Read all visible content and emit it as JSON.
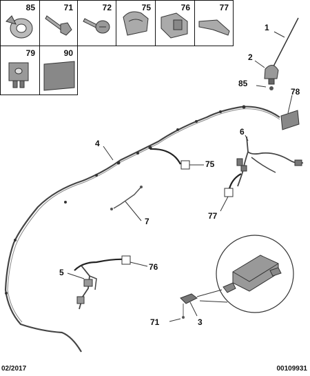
{
  "thumbnails": [
    {
      "ref": "85",
      "icon": "nut-clip-icon"
    },
    {
      "ref": "71",
      "icon": "bolt-icon"
    },
    {
      "ref": "72",
      "icon": "screw-icon"
    },
    {
      "ref": "75",
      "icon": "cable-clip-icon"
    },
    {
      "ref": "76",
      "icon": "harness-clip-icon"
    },
    {
      "ref": "77",
      "icon": "bracket-clip-icon"
    },
    {
      "ref": "79",
      "icon": "connector-block-icon"
    },
    {
      "ref": "90",
      "icon": "adhesive-pad-icon"
    }
  ],
  "callouts": {
    "c1": "1",
    "c2": "2",
    "c85": "85",
    "c78": "78",
    "c6": "6",
    "c4": "4",
    "c75": "75",
    "c77": "77",
    "c7": "7",
    "c5": "5",
    "c76": "76",
    "c71": "71",
    "c3": "3"
  },
  "footer": {
    "date": "02/2017",
    "code": "00109931"
  }
}
